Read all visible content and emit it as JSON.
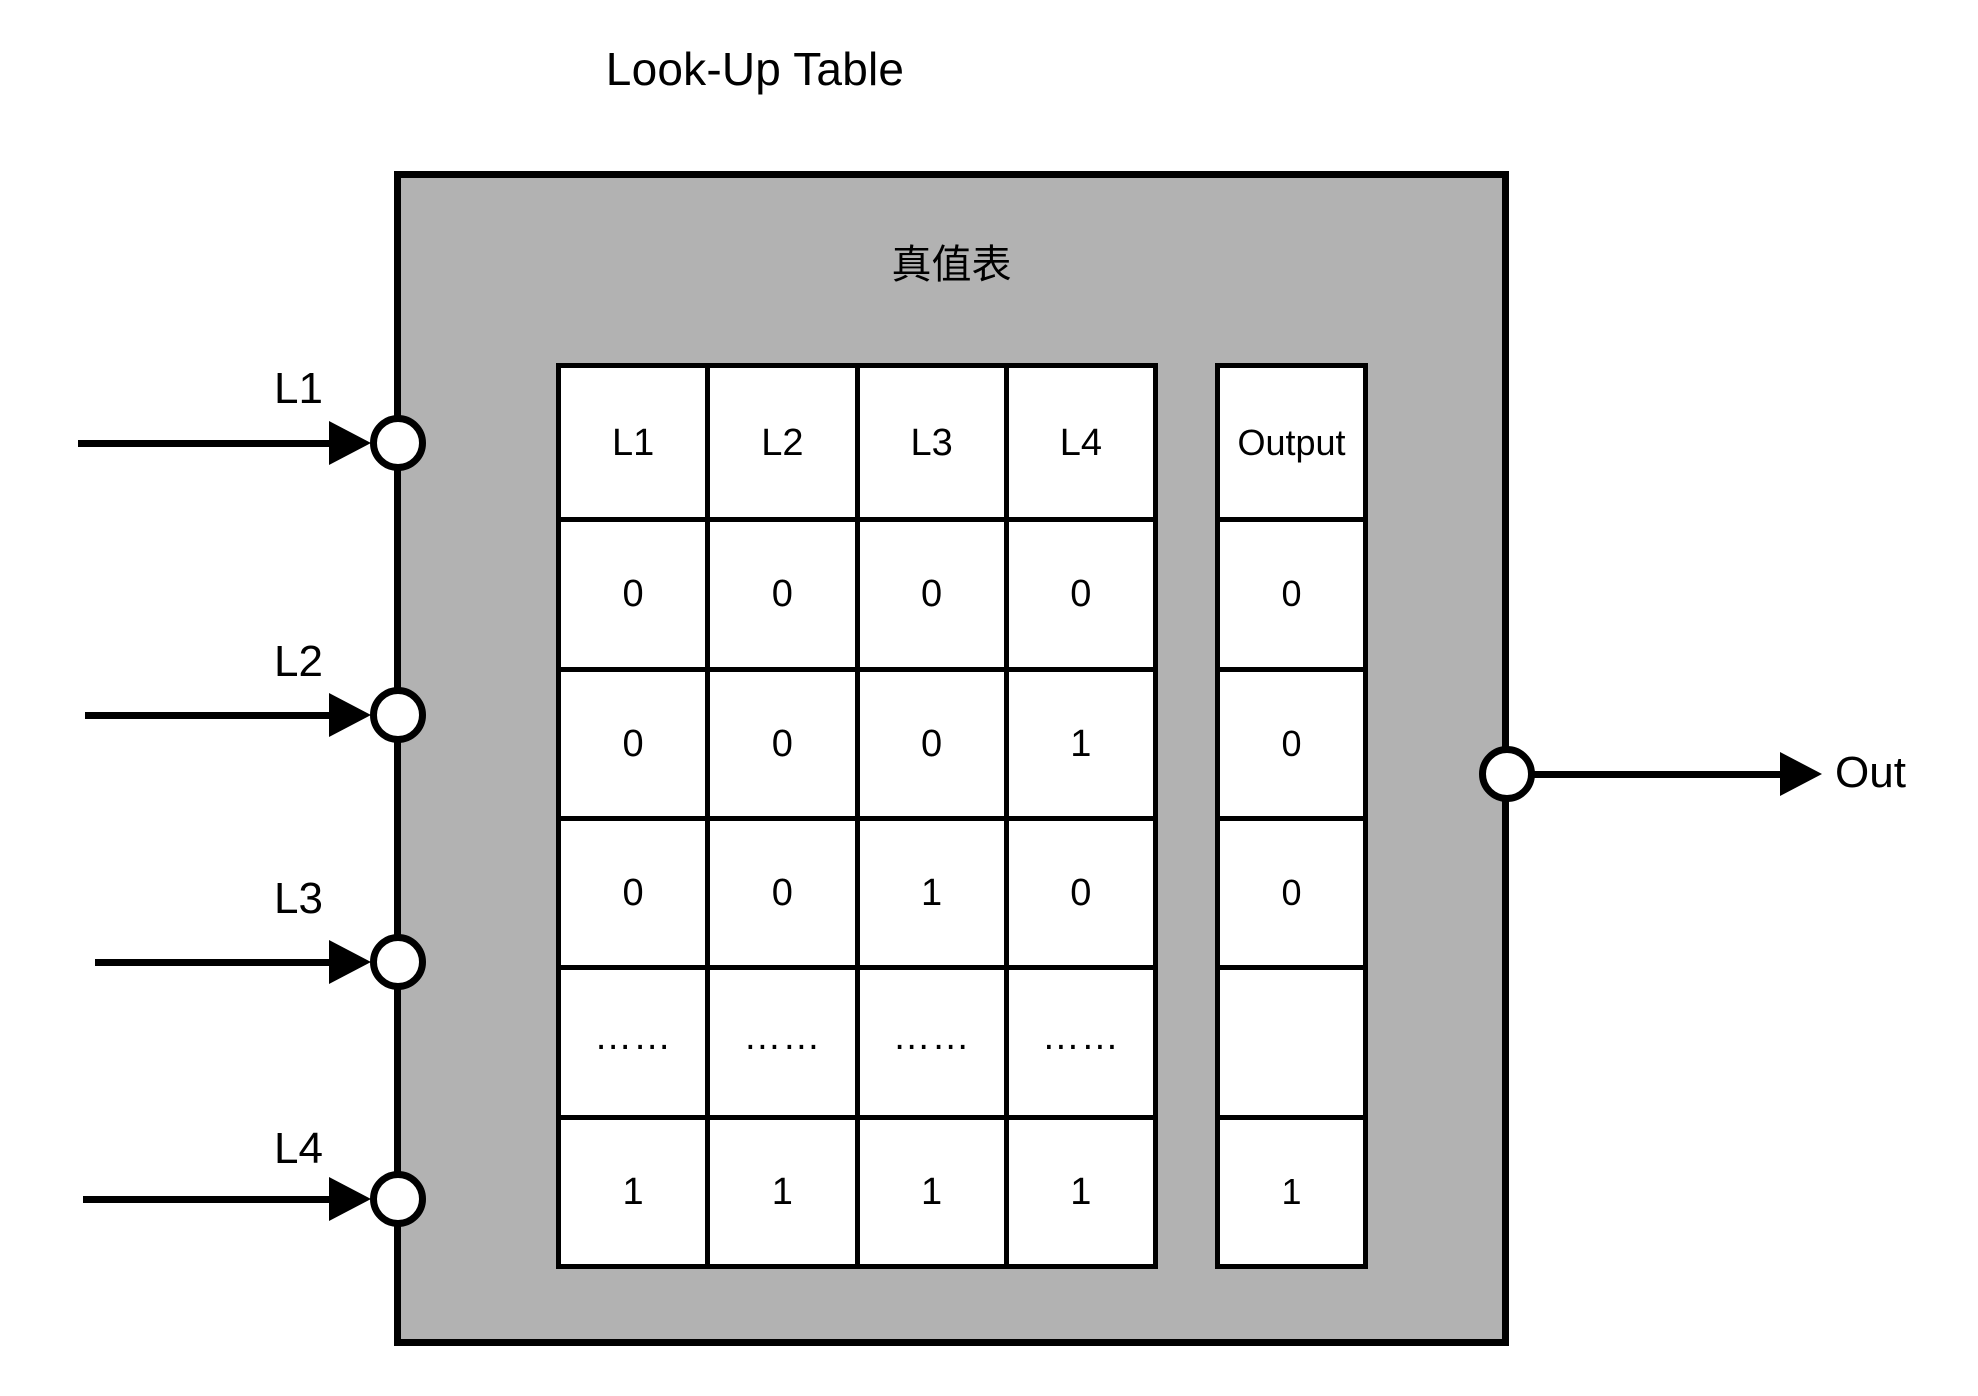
{
  "diagram": {
    "title": "Look-Up Table",
    "body_subtitle": "真值表",
    "colors": {
      "body_fill": "#b2b2b2",
      "stroke": "#000000",
      "cell_fill": "#ffffff",
      "background": "#ffffff"
    }
  },
  "inputs": [
    {
      "label": "L1"
    },
    {
      "label": "L2"
    },
    {
      "label": "L3"
    },
    {
      "label": "L4"
    }
  ],
  "output": {
    "label": "Out"
  },
  "truth_table": {
    "input_headers": [
      "L1",
      "L2",
      "L3",
      "L4"
    ],
    "output_header": "Output",
    "rows": [
      {
        "inputs": [
          "0",
          "0",
          "0",
          "0"
        ],
        "output": "0"
      },
      {
        "inputs": [
          "0",
          "0",
          "0",
          "1"
        ],
        "output": "0"
      },
      {
        "inputs": [
          "0",
          "0",
          "1",
          "0"
        ],
        "output": "0"
      },
      {
        "inputs": [
          "……",
          "……",
          "……",
          "……"
        ],
        "output": ""
      },
      {
        "inputs": [
          "1",
          "1",
          "1",
          "1"
        ],
        "output": "1"
      }
    ]
  }
}
